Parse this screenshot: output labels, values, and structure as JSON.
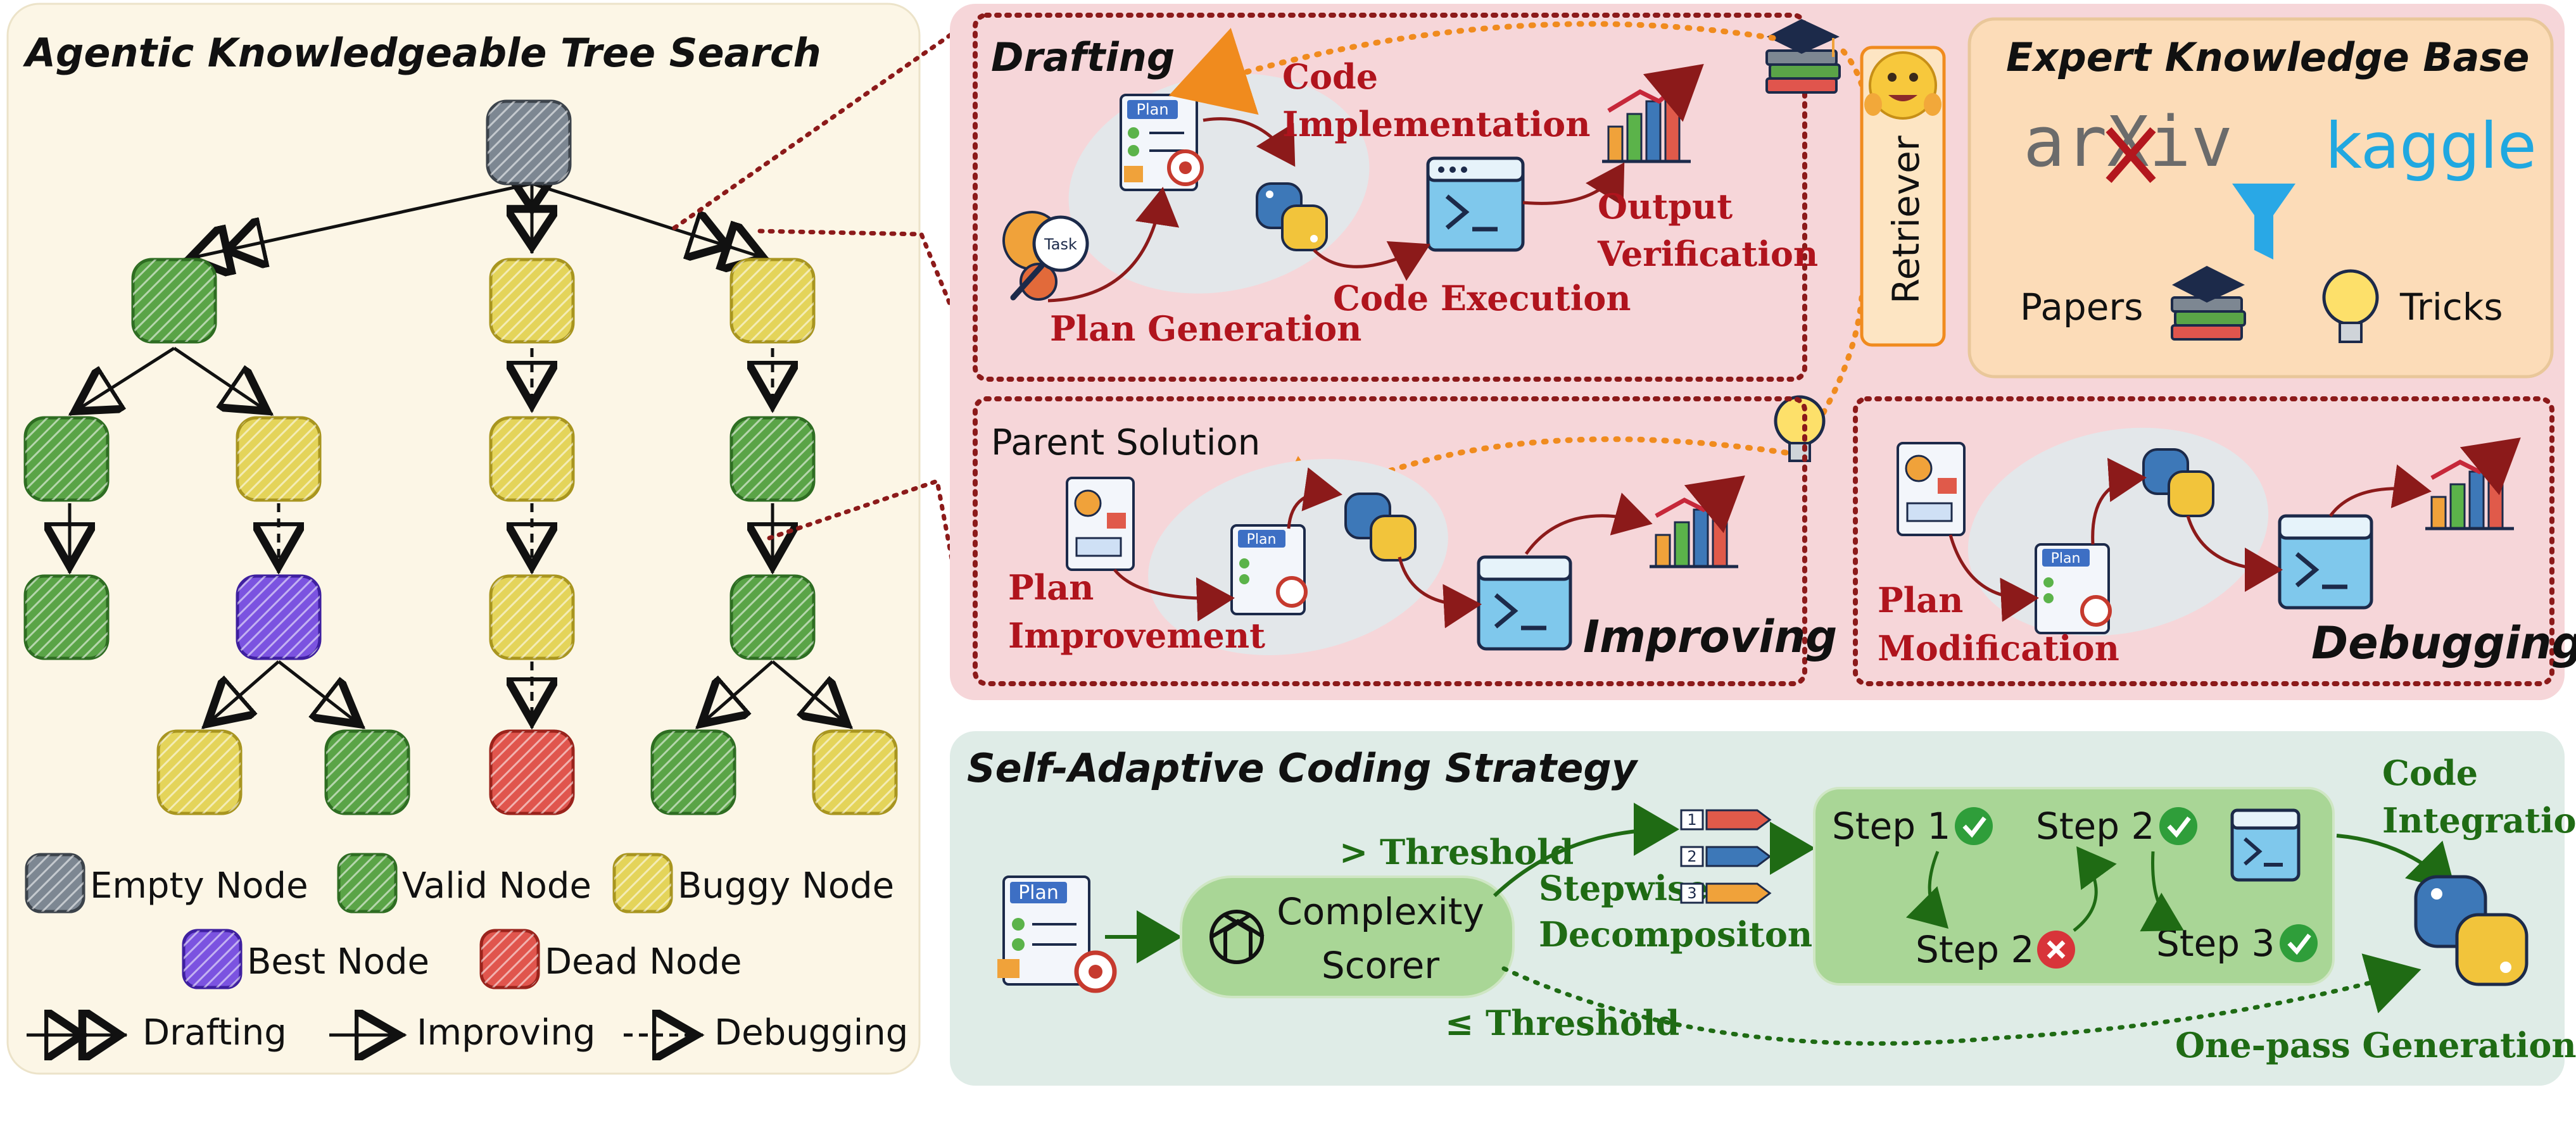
{
  "colors": {
    "tree_bg": "#fcf6e6",
    "pink_bg": "#f6d6d9",
    "green_bg": "#dfece7",
    "kb_bg": "#fcdcb8",
    "retriever_bg": "#fde5c3",
    "empty": "#5a6470",
    "valid": "#3f8f2e",
    "buggy": "#d8c13a",
    "best": "#5b2fd0",
    "dead": "#cf3b34",
    "label_red": "#b0141d",
    "label_green": "#1f6b14",
    "orange_dots": "#f08b1e"
  },
  "tree": {
    "title": "Agentic Knowledgeable Tree Search",
    "legend": {
      "empty": "Empty Node",
      "valid": "Valid Node",
      "buggy": "Buggy Node",
      "best": "Best Node",
      "dead": "Dead Node",
      "drafting": "Drafting",
      "improving": "Improving",
      "debugging": "Debugging"
    }
  },
  "drafting": {
    "title": "Drafting",
    "plan_doc": "Plan",
    "task_badge": "Task",
    "code_impl": [
      "Code",
      "Implementation"
    ],
    "plan_gen": "Plan Generation",
    "code_exec": "Code Execution",
    "output_verif": [
      "Output",
      "Verification"
    ]
  },
  "retriever": {
    "label": "Retriever"
  },
  "knowledge_base": {
    "title": "Expert Knowledge Base",
    "arxiv_logo": "arXiv",
    "kaggle_logo": "kaggle",
    "papers": "Papers",
    "tricks": "Tricks"
  },
  "improving": {
    "parent_solution": "Parent Solution",
    "plan_doc": "Plan",
    "plan_improvement": [
      "Plan",
      "Improvement"
    ],
    "title": "Improving"
  },
  "debugging": {
    "plan_doc": "Plan",
    "plan_modification": [
      "Plan",
      "Modification"
    ],
    "title": "Debugging"
  },
  "coding": {
    "title": "Self-Adaptive Coding Strategy",
    "plan_doc": "Plan",
    "scorer": [
      "Complexity",
      "Scorer"
    ],
    "above_threshold": "> Threshold",
    "below_threshold": "≤ Threshold",
    "stepwise": [
      "Stepwise",
      "Decompositon"
    ],
    "step1": "Step 1",
    "step2a": "Step 2",
    "step2b": "Step 2",
    "step3": "Step 3",
    "code_integration": [
      "Code",
      "Integration"
    ],
    "one_pass": "One-pass Generation",
    "list_numbers": [
      "1",
      "2",
      "3"
    ]
  }
}
